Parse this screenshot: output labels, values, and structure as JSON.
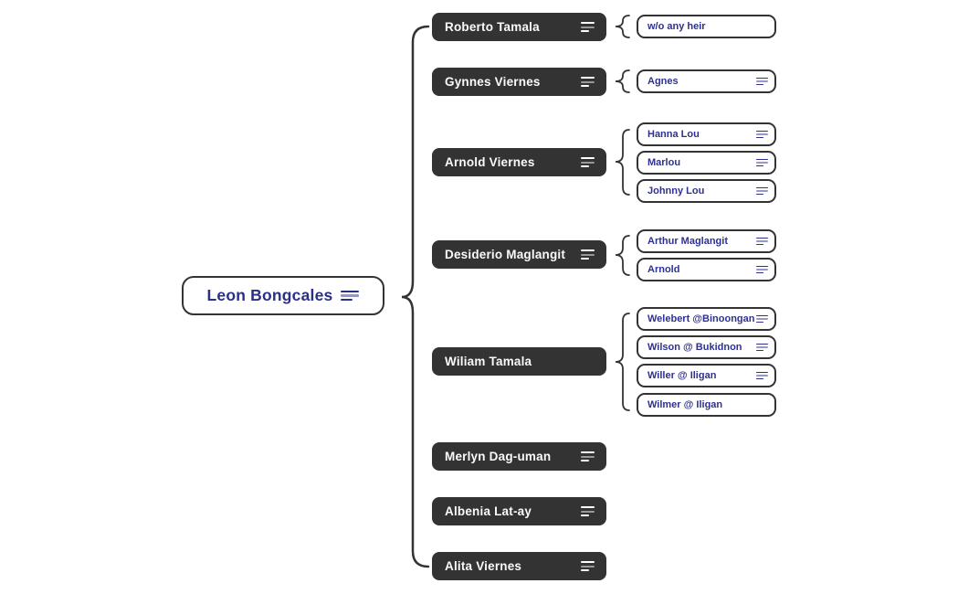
{
  "colors": {
    "topic_fill": "#333333",
    "topic_text": "#fafafa",
    "outline_border": "#333333",
    "accent_text_navy": "#2e3192",
    "root_text_navy": "#2b3087",
    "background": "#ffffff"
  },
  "icons": {
    "notes": "notes-icon (three horizontal lines)"
  },
  "root": {
    "label": "Leon Bongcales",
    "has_notes_icon": true
  },
  "parents": [
    {
      "label": "Roberto Tamala",
      "has_notes_icon": true,
      "children": [
        {
          "label": "w/o any heir",
          "has_notes_icon": false
        }
      ]
    },
    {
      "label": "Gynnes Viernes",
      "has_notes_icon": true,
      "children": [
        {
          "label": "Agnes",
          "has_notes_icon": true
        }
      ]
    },
    {
      "label": "Arnold Viernes",
      "has_notes_icon": true,
      "children": [
        {
          "label": "Hanna Lou",
          "has_notes_icon": true
        },
        {
          "label": "Marlou",
          "has_notes_icon": true
        },
        {
          "label": "Johnny Lou",
          "has_notes_icon": true
        }
      ]
    },
    {
      "label": "Desiderio Maglangit",
      "has_notes_icon": true,
      "children": [
        {
          "label": "Arthur Maglangit",
          "has_notes_icon": true
        },
        {
          "label": "Arnold",
          "has_notes_icon": true
        }
      ]
    },
    {
      "label": "Wiliam Tamala",
      "has_notes_icon": false,
      "children": [
        {
          "label": "Welebert @Binoongan",
          "has_notes_icon": true
        },
        {
          "label": "Wilson @ Bukidnon",
          "has_notes_icon": true
        },
        {
          "label": "Willer @ Iligan",
          "has_notes_icon": true
        },
        {
          "label": "Wilmer @ Iligan",
          "has_notes_icon": false
        }
      ]
    },
    {
      "label": "Merlyn Dag-uman",
      "has_notes_icon": true,
      "children": []
    },
    {
      "label": "Albenia Lat-ay",
      "has_notes_icon": true,
      "children": []
    },
    {
      "label": "Alita Viernes",
      "has_notes_icon": true,
      "children": []
    }
  ]
}
